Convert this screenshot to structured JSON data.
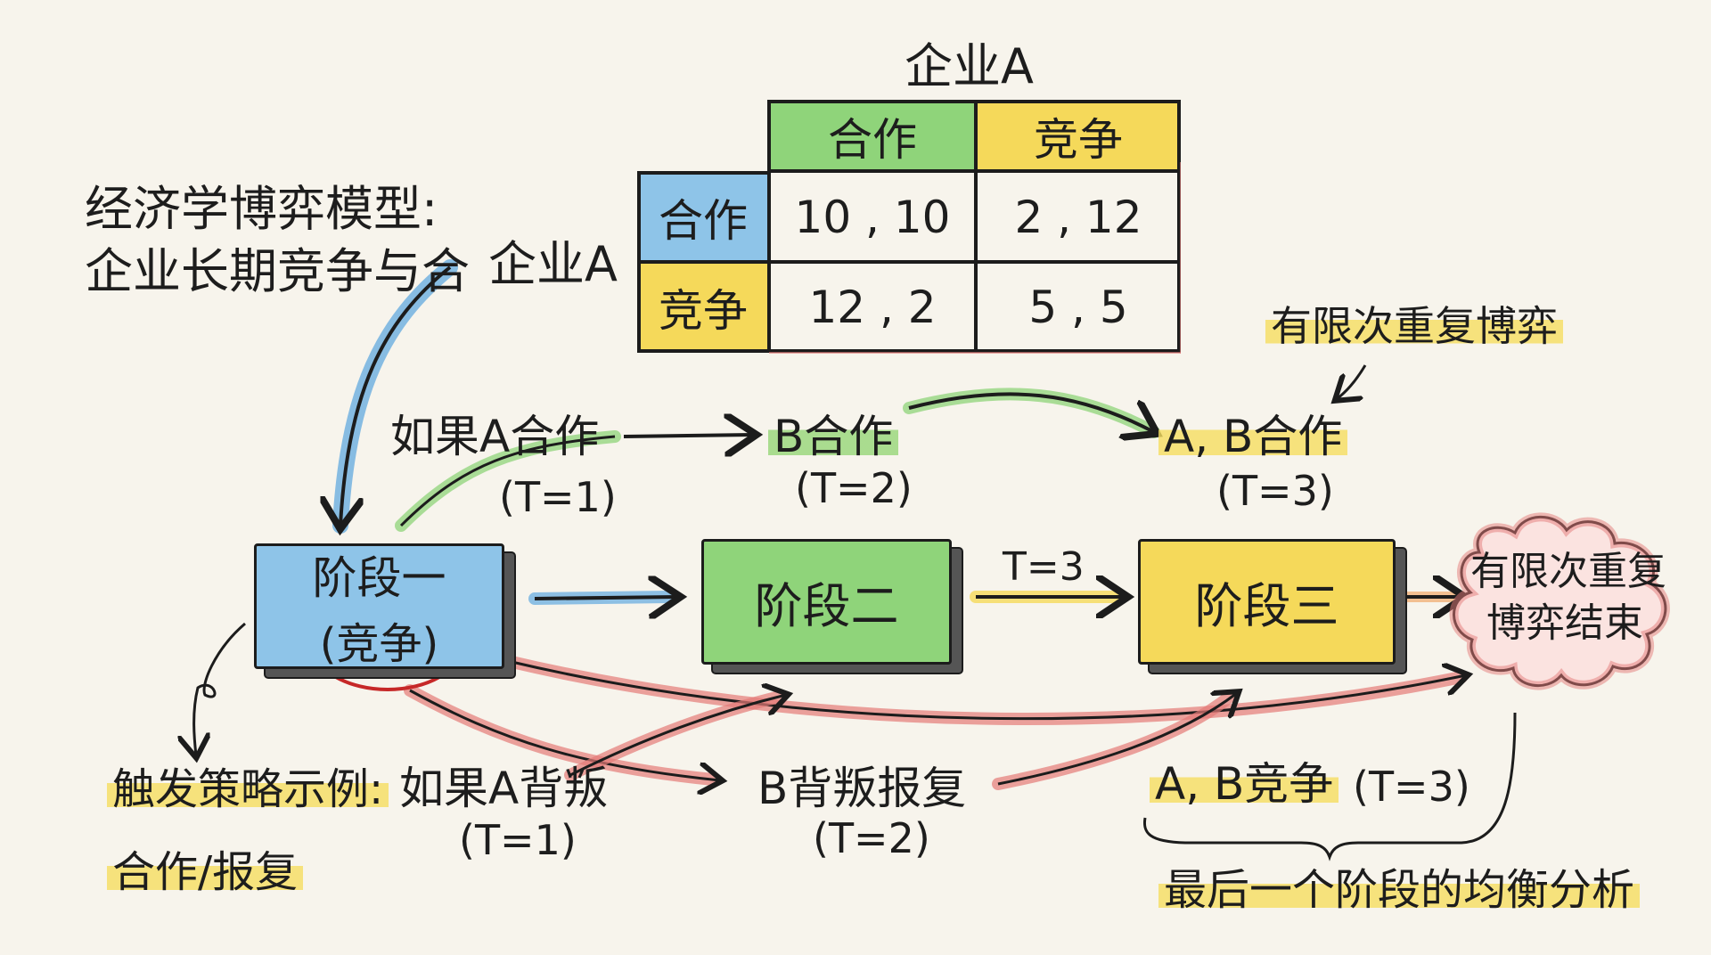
{
  "title": {
    "line1": "经济学博弈模型:",
    "line2": "企业长期竞争与合",
    "line2_tail": "企业A"
  },
  "matrix": {
    "top_player": "企业A",
    "col_headers": [
      "合作",
      "竞争"
    ],
    "row_headers": [
      "合作",
      "竞争"
    ],
    "cells": [
      [
        "10 , 10",
        "2 , 12"
      ],
      [
        "12 , 2",
        "5 , 5"
      ]
    ]
  },
  "annotations": {
    "finite_repeat": "有限次重复博弈",
    "coop_path": {
      "step1": "如果A合作",
      "step1_t": "(T=1)",
      "step2": "B合作",
      "step2_t": "(T=2)",
      "step3": "A, B合作",
      "step3_t": "(T=3)"
    },
    "defect_path": {
      "trigger": "触发策略示例:",
      "step1": "如果A背叛",
      "step1_t": "(T=1)",
      "step2": "B背叛报复",
      "step2_t": "(T=2)",
      "step3": "A, B竞争",
      "step3_t": "(T=3)"
    },
    "coop_retaliate": "合作/报复",
    "t3_label": "T=3",
    "last_stage_analysis": "最后一个阶段的均衡分析"
  },
  "stages": {
    "stage1": "阶段一",
    "stage1_note": "(竞争)",
    "stage2": "阶段二",
    "stage3": "阶段三"
  },
  "end_cloud": {
    "line1": "有限次重复",
    "line2": "博弈结束"
  },
  "colors": {
    "blue": "#8ec4e8",
    "green": "#8fd47a",
    "yellow": "#f5d95a",
    "red": "#e47a78",
    "ink": "#1c1c1c"
  }
}
